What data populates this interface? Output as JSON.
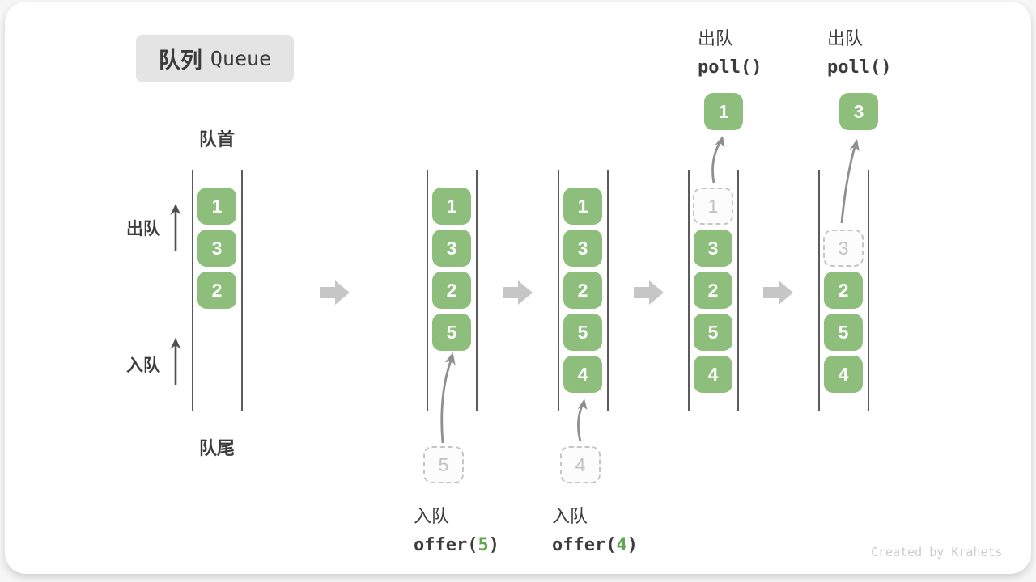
{
  "title": {
    "zh": "队列",
    "en": "Queue"
  },
  "side_labels": {
    "front": "队首",
    "rear": "队尾",
    "dequeue": "出队",
    "enqueue": "入队"
  },
  "columns": [
    {
      "boxes": [
        "1",
        "3",
        "2"
      ]
    },
    {
      "boxes": [
        "1",
        "3",
        "2",
        "5"
      ],
      "pending": "5"
    },
    {
      "boxes": [
        "1",
        "3",
        "2",
        "5",
        "4"
      ],
      "pending": "4"
    },
    {
      "ghost": "1",
      "boxes": [
        "3",
        "2",
        "5",
        "4"
      ],
      "polled": "1"
    },
    {
      "ghost": "3",
      "boxes": [
        "2",
        "5",
        "4"
      ],
      "polled": "3"
    }
  ],
  "captions": {
    "enqueue5": {
      "label": "入队",
      "fn_open": "offer(",
      "arg": "5",
      "fn_close": ")"
    },
    "enqueue4": {
      "label": "入队",
      "fn_open": "offer(",
      "arg": "4",
      "fn_close": ")"
    },
    "poll_a": {
      "label": "出队",
      "code": "poll()"
    },
    "poll_b": {
      "label": "出队",
      "code": "poll()"
    }
  },
  "watermark": "Created by Krahets",
  "colors": {
    "box_green": "#8dbe7c",
    "code_green": "#5fa74f",
    "flow_arrow_gray": "#c6c6c6",
    "curve_arrow_gray": "#8f8f8f",
    "dark_text": "#3c3c3c"
  }
}
